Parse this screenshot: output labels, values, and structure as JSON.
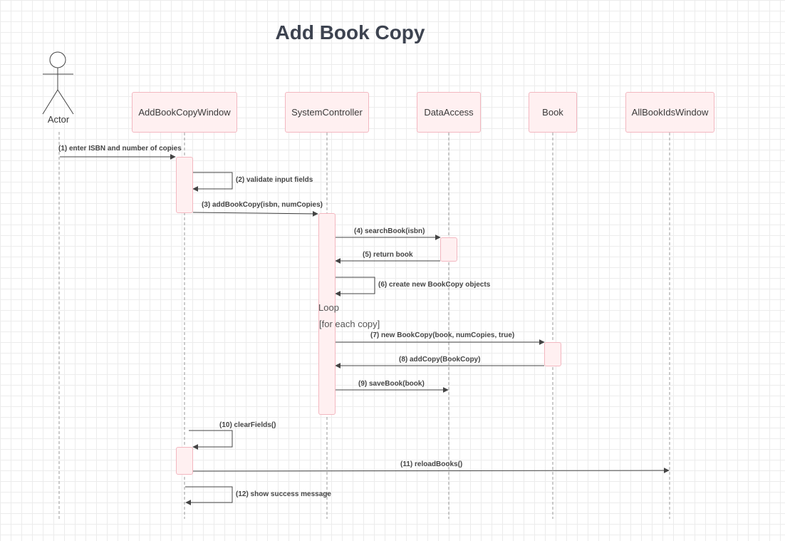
{
  "title": "Add Book Copy",
  "colors": {
    "box_fill": "#fff0f1",
    "box_border": "#f3b7c0",
    "line": "#555555",
    "lifeline": "#9a9a9a"
  },
  "actor": {
    "label": "Actor",
    "icon": "stick-figure-icon"
  },
  "participants": [
    {
      "id": "add_window",
      "label": "AddBookCopyWindow"
    },
    {
      "id": "controller",
      "label": "SystemController"
    },
    {
      "id": "data_access",
      "label": "DataAccess"
    },
    {
      "id": "book",
      "label": "Book"
    },
    {
      "id": "all_ids_window",
      "label": "AllBookIdsWindow"
    }
  ],
  "messages": [
    {
      "label": "(1) enter ISBN and number of copies",
      "from": "actor",
      "to": "add_window"
    },
    {
      "label": "(2) validate input fields",
      "from": "add_window",
      "to": "add_window"
    },
    {
      "label": "(3) addBookCopy(isbn, numCopies)",
      "from": "add_window",
      "to": "controller"
    },
    {
      "label": "(4) searchBook(isbn)",
      "from": "controller",
      "to": "data_access"
    },
    {
      "label": "(5) return book",
      "from": "data_access",
      "to": "controller"
    },
    {
      "label": "(6) create new BookCopy objects",
      "from": "controller",
      "to": "controller"
    },
    {
      "label": "(7) new BookCopy(book, numCopies, true)",
      "from": "controller",
      "to": "book"
    },
    {
      "label": "(8) addCopy(BookCopy)",
      "from": "book",
      "to": "controller"
    },
    {
      "label": "(9) saveBook(book)",
      "from": "controller",
      "to": "data_access"
    },
    {
      "label": "(10) clearFields()",
      "from": "add_window",
      "to": "add_window"
    },
    {
      "label": "(11) reloadBooks()",
      "from": "add_window",
      "to": "all_ids_window"
    },
    {
      "label": "(12) show success message",
      "from": "add_window",
      "to": "add_window"
    }
  ],
  "loop": {
    "label": "Loop",
    "guard": "[for each copy]"
  }
}
